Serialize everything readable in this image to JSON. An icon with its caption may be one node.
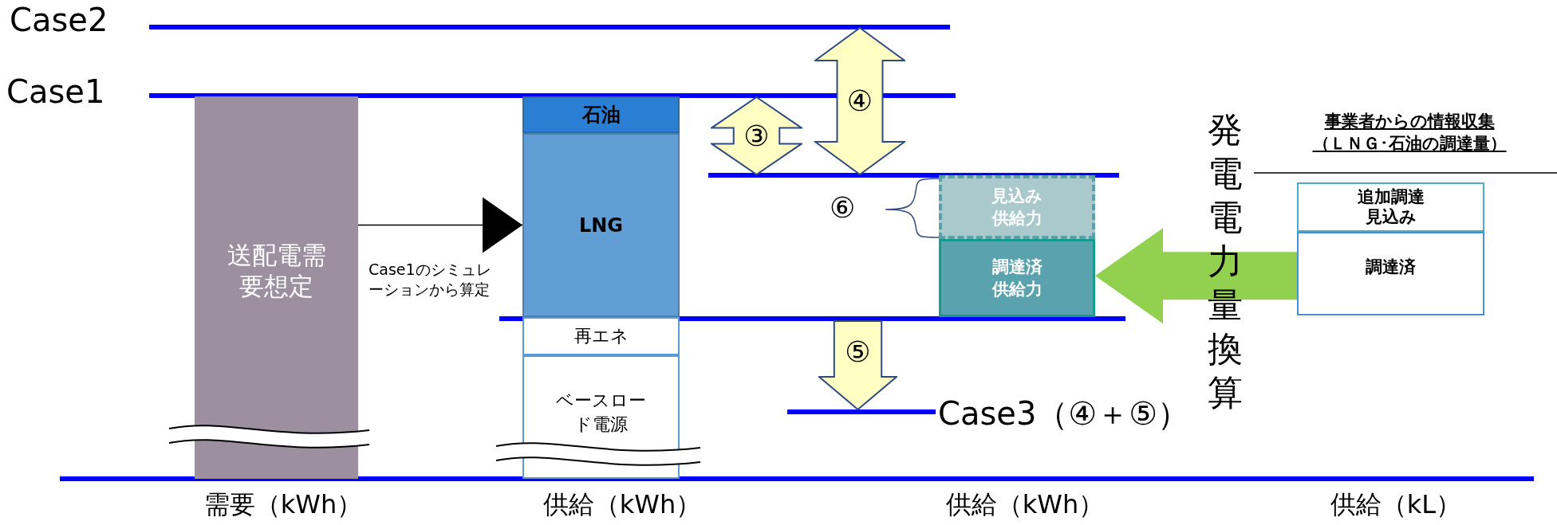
{
  "diagram": {
    "nodes": [
      {
        "text": [
          "送配電需要想定"
        ]
      },
      {
        "text": [
          "石油"
        ]
      },
      {
        "text": [
          "LNG"
        ]
      },
      {
        "text": [
          "再エネ"
        ]
      },
      {
        "text": [
          "ベースロード電源"
        ]
      },
      {
        "text": [
          "見込み供給力"
        ]
      },
      {
        "text": [
          "調達済供給力"
        ]
      },
      {
        "text": [
          "追加調達見込み"
        ]
      },
      {
        "text": [
          "調達済"
        ]
      },
      {
        "text": [
          "③"
        ]
      },
      {
        "text": [
          "④"
        ]
      },
      {
        "text": [
          "⑤"
        ]
      }
    ],
    "edges": [
      {
        "from": 0,
        "to": 2,
        "arrow": "to",
        "label": "Case1のシミュレーションから算定"
      },
      {
        "from": 8,
        "to": 6,
        "arrow": "to",
        "label": "発電電力量換算",
        "style": "thick",
        "color": "#92d050"
      }
    ],
    "labels": [
      "Case2",
      "Case1",
      "事業者からの情報収集（ＬＮＧ･石油の調達量）",
      "⑥",
      "Case3（④＋⑤）",
      "需要（kWh）",
      "供給（kWh）",
      "供給（kWh）",
      "供給（kL）"
    ]
  }
}
